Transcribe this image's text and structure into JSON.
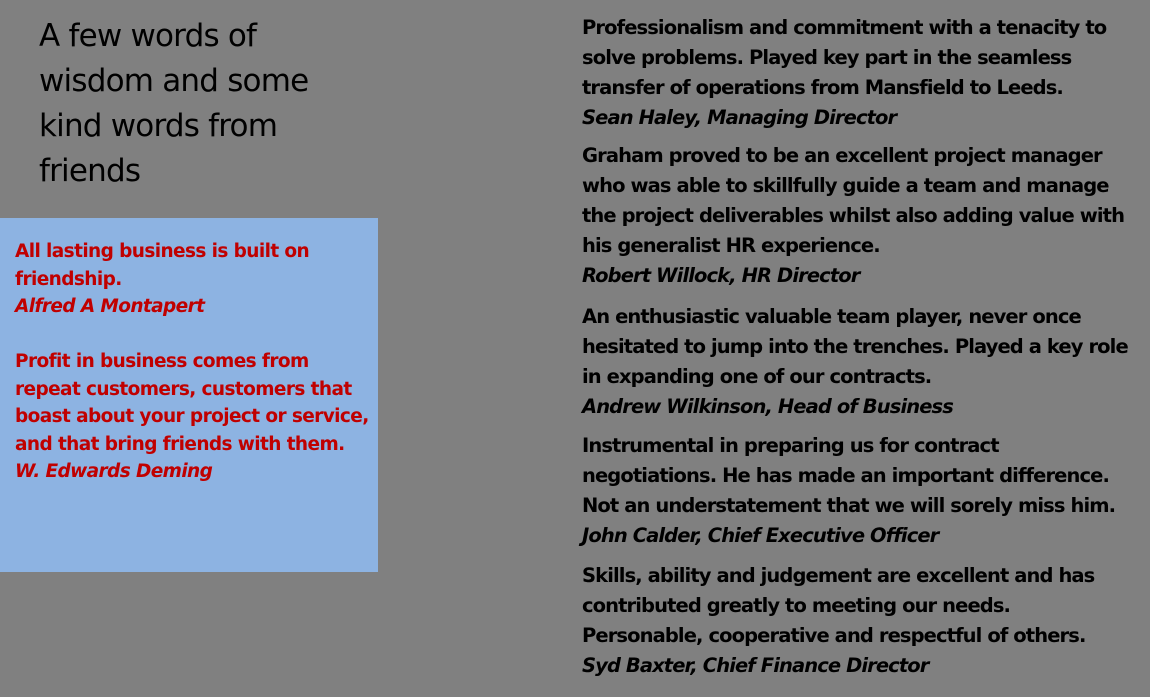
{
  "title": {
    "lines": [
      "A few words of",
      "wisdom and some",
      "kind words from",
      "friends"
    ]
  },
  "colors": {
    "background": "#808080",
    "quote_box": "#8db3e2",
    "quote_text": "#c00000",
    "testimonial_text": "#000000"
  },
  "quotes": [
    {
      "lines": [
        "All lasting business is built on",
        "friendship."
      ],
      "author": "Alfred A Montapert"
    },
    {
      "lines": [
        "Profit in business comes from",
        "repeat customers, customers that",
        "boast about your project or service,",
        "and that bring friends with them."
      ],
      "author": "W. Edwards Deming"
    }
  ],
  "testimonials": [
    {
      "lines": [
        "Professionalism and commitment with a tenacity to",
        "solve problems.  Played key part in the seamless",
        "transfer of operations from Mansfield to Leeds."
      ],
      "author": "Sean Haley, Managing Director"
    },
    {
      "lines": [
        "Graham proved to be an excellent project manager",
        "who was able to skillfully guide a team and manage",
        "the project deliverables whilst also adding value with",
        "his generalist HR experience."
      ],
      "author": "Robert Willock, HR Director"
    },
    {
      "lines": [
        "An enthusiastic valuable team player, never once",
        "hesitated to jump into the trenches.  Played a key role",
        "in expanding one of our contracts."
      ],
      "author": "Andrew Wilkinson, Head of Business"
    },
    {
      "lines": [
        "Instrumental in preparing us for contract",
        "negotiations.  He has made an important difference.",
        "Not an understatement that we will sorely miss him."
      ],
      "author": "John Calder, Chief Executive Officer"
    },
    {
      "lines": [
        "Skills, ability and judgement are excellent and has",
        "contributed greatly to meeting our needs.",
        "Personable, cooperative and respectful of others."
      ],
      "author": "Syd Baxter, Chief Finance Director"
    }
  ]
}
